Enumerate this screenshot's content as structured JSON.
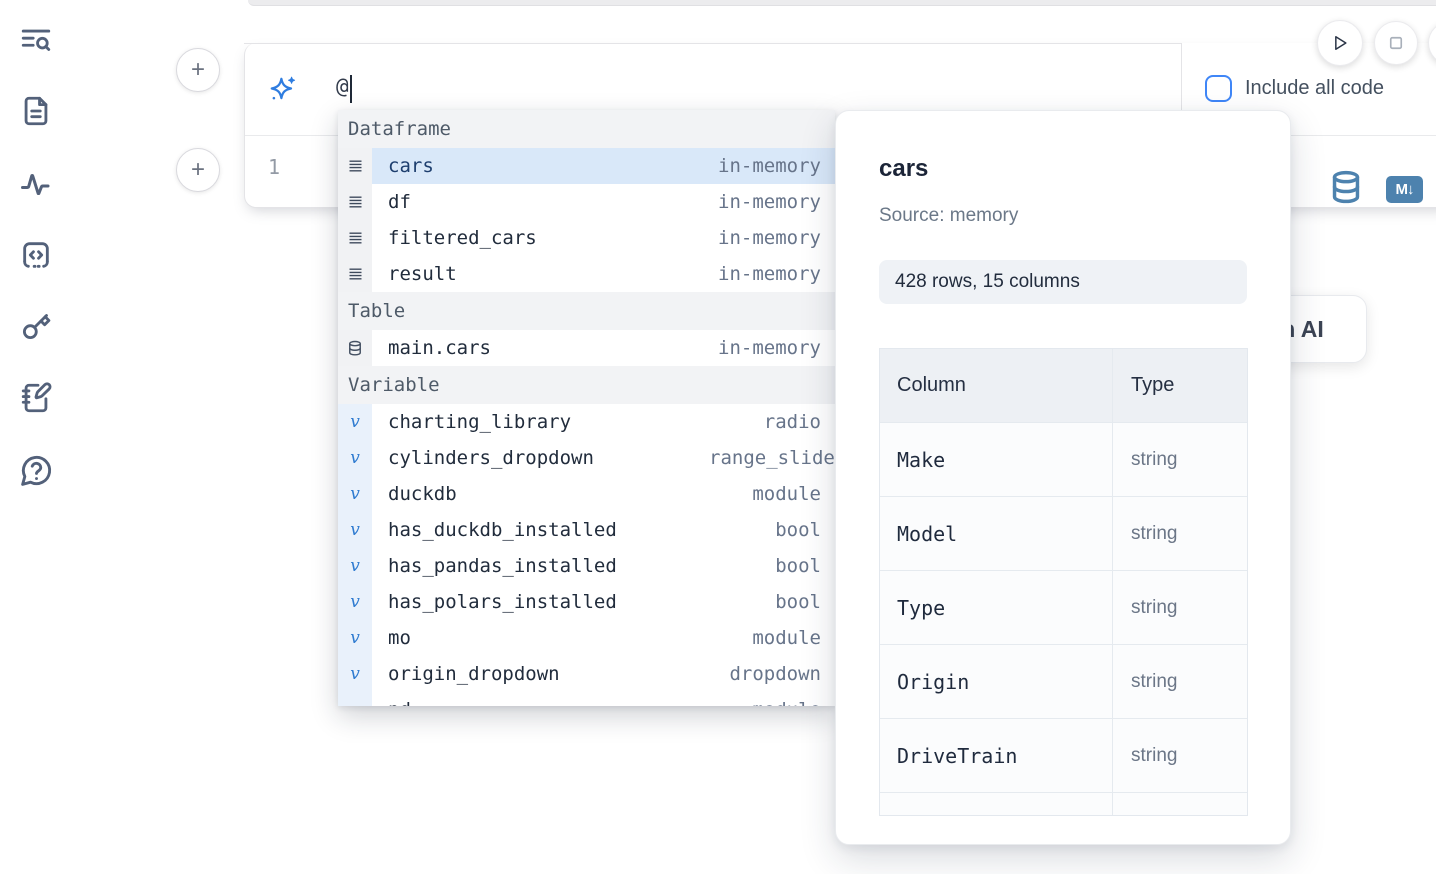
{
  "colors": {
    "accent": "#3b82f6",
    "steel_blue": "#4d82ae",
    "selected_row_bg": "#d9e8f9"
  },
  "sidebar": {
    "items": [
      {
        "name": "toc-search-icon"
      },
      {
        "name": "file-text-icon"
      },
      {
        "name": "activity-icon"
      },
      {
        "name": "snippets-code-icon"
      },
      {
        "name": "secrets-key-icon"
      },
      {
        "name": "scratchpad-icon"
      },
      {
        "name": "help-chat-icon"
      }
    ]
  },
  "add_buttons": {
    "label": "+"
  },
  "run_controls": {
    "play_icon": "play-icon",
    "stop_icon": "stop-icon"
  },
  "cell": {
    "ai_prompt": {
      "value": "@",
      "sparkle_icon": "sparkles-icon"
    },
    "include_all_code": {
      "label": "Include all code",
      "checked": false
    },
    "code": {
      "line_number": "1"
    },
    "language_buttons": {
      "database_icon": "database-icon",
      "markdown_badge": "M↓"
    }
  },
  "ai_generate_button": {
    "label": "Generate with AI"
  },
  "dropdown": {
    "sections": [
      {
        "label": "Dataframe",
        "kind": "dataframe",
        "items": [
          {
            "name": "cars",
            "type": "in-memory",
            "selected": true
          },
          {
            "name": "df",
            "type": "in-memory"
          },
          {
            "name": "filtered_cars",
            "type": "in-memory"
          },
          {
            "name": "result",
            "type": "in-memory"
          }
        ]
      },
      {
        "label": "Table",
        "kind": "table",
        "items": [
          {
            "name": "main.cars",
            "type": "in-memory"
          }
        ]
      },
      {
        "label": "Variable",
        "kind": "variable",
        "items": [
          {
            "name": "charting_library",
            "type": "radio"
          },
          {
            "name": "cylinders_dropdown",
            "type": "range_slider",
            "clipped": true
          },
          {
            "name": "duckdb",
            "type": "module"
          },
          {
            "name": "has_duckdb_installed",
            "type": "bool"
          },
          {
            "name": "has_pandas_installed",
            "type": "bool"
          },
          {
            "name": "has_polars_installed",
            "type": "bool"
          },
          {
            "name": "mo",
            "type": "module"
          },
          {
            "name": "origin_dropdown",
            "type": "dropdown"
          },
          {
            "name": "pd",
            "type": "module"
          }
        ]
      }
    ]
  },
  "panel": {
    "title": "cars",
    "source": "Source: memory",
    "shape_badge": "428 rows, 15 columns",
    "table": {
      "headers": [
        "Column",
        "Type"
      ],
      "rows": [
        {
          "column": "Make",
          "type": "string"
        },
        {
          "column": "Model",
          "type": "string"
        },
        {
          "column": "Type",
          "type": "string"
        },
        {
          "column": "Origin",
          "type": "string"
        },
        {
          "column": "DriveTrain",
          "type": "string"
        },
        {
          "column": "",
          "type": ""
        }
      ]
    }
  }
}
